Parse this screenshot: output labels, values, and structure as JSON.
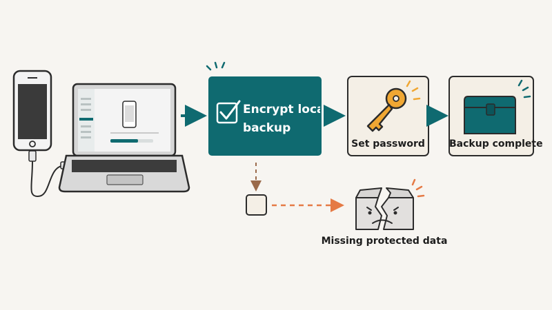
{
  "steps": {
    "encrypt": {
      "line1": "Encrypt local",
      "line2": "backup"
    },
    "password": {
      "label": "Set password"
    },
    "complete": {
      "label": "Backup complete"
    },
    "skip": {
      "label": "Missing protected data"
    }
  },
  "icons": [
    "phone-icon",
    "laptop-icon",
    "checkbox-icon",
    "key-icon",
    "chest-icon",
    "empty-checkbox-icon",
    "broken-box-icon"
  ],
  "colors": {
    "background": "#f7f5f1",
    "teal": "#0f6a70",
    "key_orange": "#f0a733",
    "warning_orange": "#e57a45",
    "card_bg": "#f4efe6"
  }
}
